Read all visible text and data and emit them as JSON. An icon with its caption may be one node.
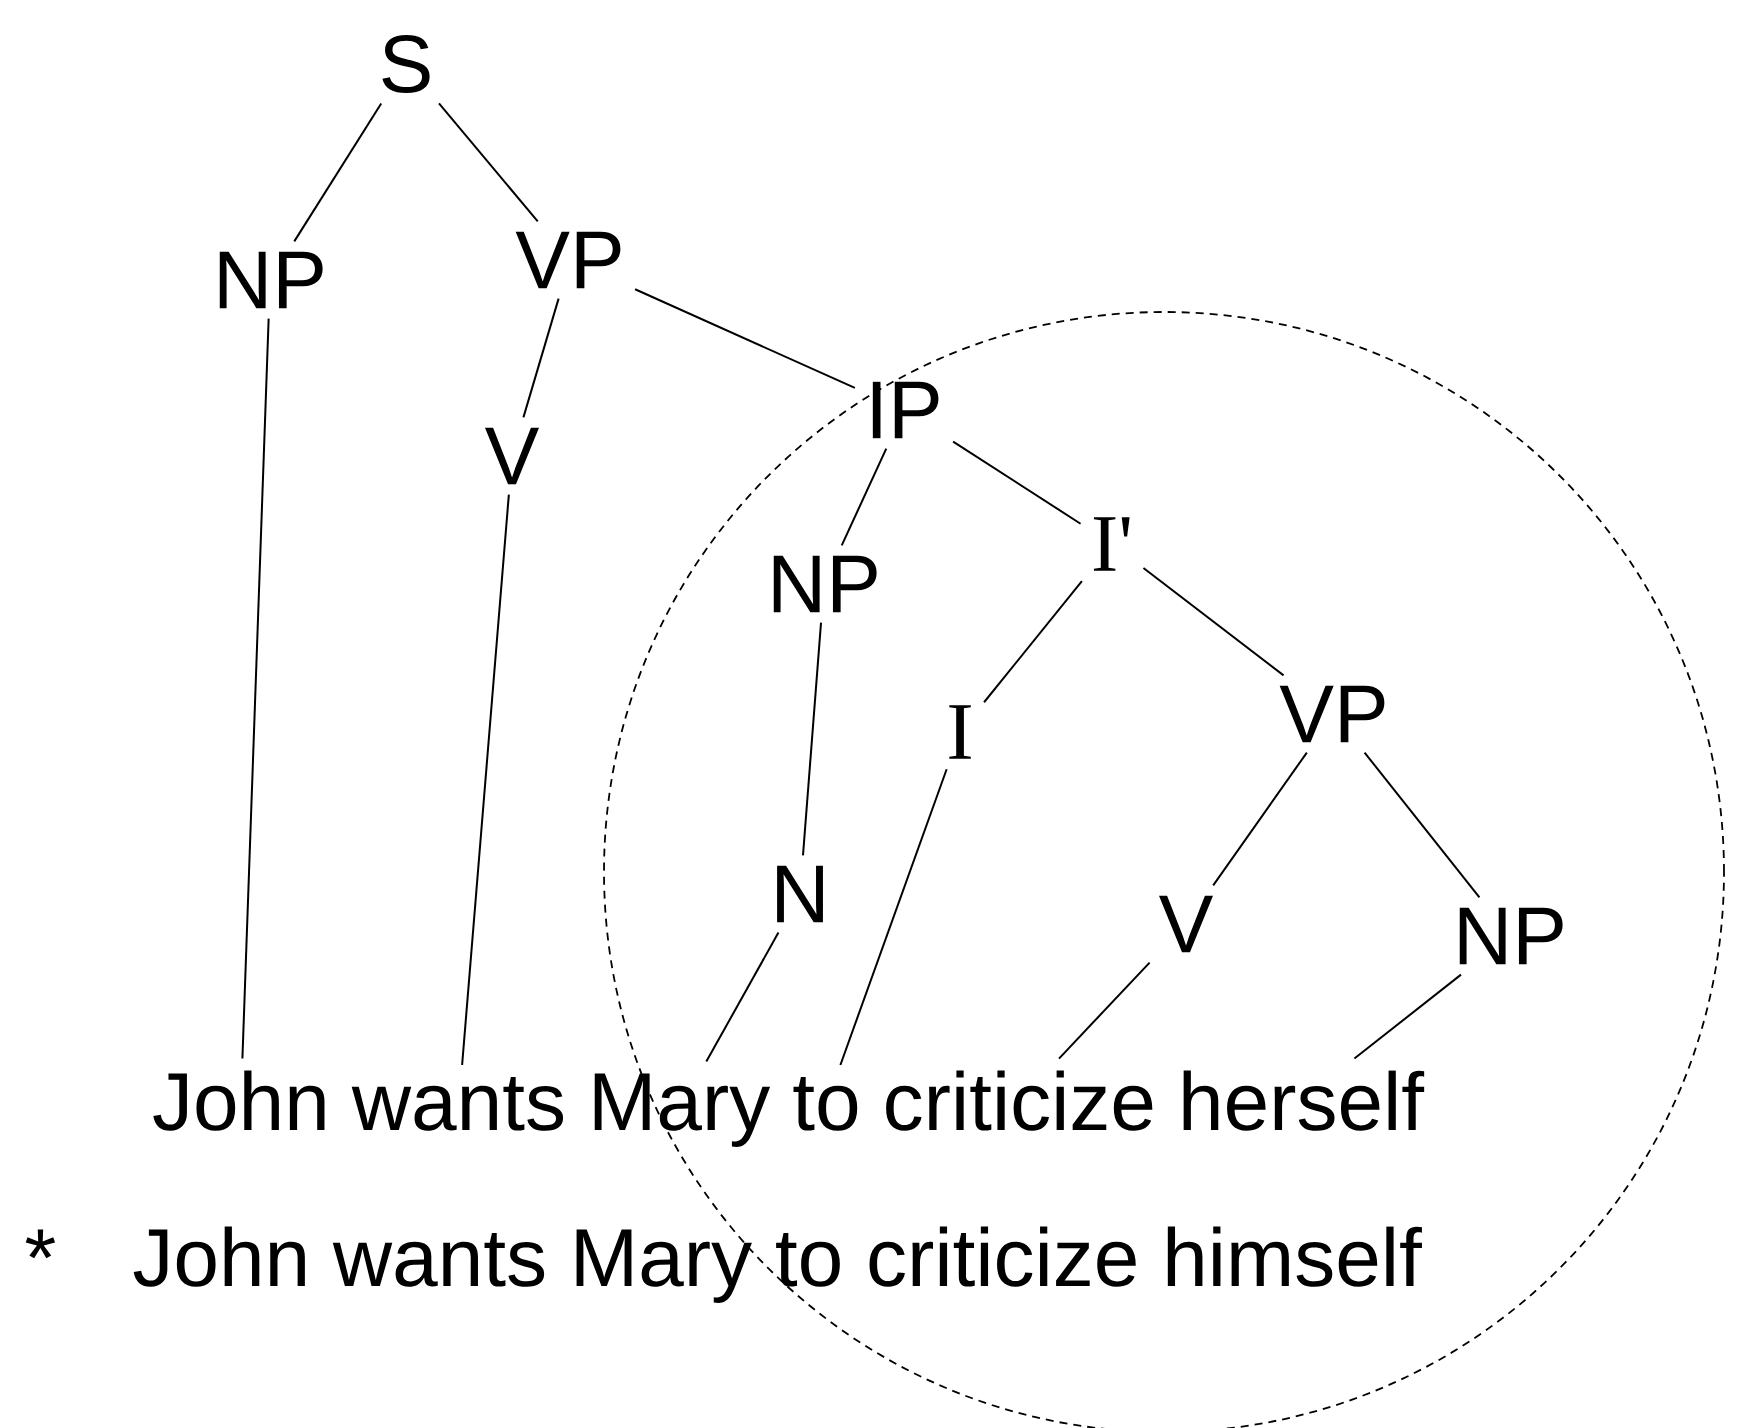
{
  "diagram": {
    "nodes": [
      {
        "text": [
          "S"
        ]
      },
      {
        "text": [
          "NP"
        ]
      },
      {
        "text": [
          "VP"
        ]
      },
      {
        "text": [
          "V"
        ]
      },
      {
        "text": [
          "IP"
        ]
      },
      {
        "text": [
          "NP"
        ]
      },
      {
        "text": [
          "I'"
        ]
      },
      {
        "text": [
          "N"
        ]
      },
      {
        "text": [
          "I"
        ]
      },
      {
        "text": [
          "VP"
        ]
      },
      {
        "text": [
          "V"
        ]
      },
      {
        "text": [
          "NP"
        ]
      },
      {
        "text": [
          "John"
        ]
      },
      {
        "text": [
          "wants"
        ]
      },
      {
        "text": [
          "Mary"
        ]
      },
      {
        "text": [
          "to"
        ]
      },
      {
        "text": [
          "criticize"
        ]
      },
      {
        "text": [
          "herself"
        ]
      }
    ],
    "edges": [
      {
        "from": 0,
        "to": 1,
        "arrow": "none"
      },
      {
        "from": 0,
        "to": 2,
        "arrow": "none"
      },
      {
        "from": 2,
        "to": 3,
        "arrow": "none"
      },
      {
        "from": 2,
        "to": 4,
        "arrow": "none"
      },
      {
        "from": 4,
        "to": 5,
        "arrow": "none"
      },
      {
        "from": 4,
        "to": 6,
        "arrow": "none"
      },
      {
        "from": 6,
        "to": 8,
        "arrow": "none"
      },
      {
        "from": 6,
        "to": 9,
        "arrow": "none"
      },
      {
        "from": 9,
        "to": 10,
        "arrow": "none"
      },
      {
        "from": 9,
        "to": 11,
        "arrow": "none"
      },
      {
        "from": 1,
        "to": 12,
        "arrow": "none"
      },
      {
        "from": 3,
        "to": 13,
        "arrow": "none"
      },
      {
        "from": 5,
        "to": 7,
        "arrow": "none"
      },
      {
        "from": 7,
        "to": 14,
        "arrow": "none"
      },
      {
        "from": 8,
        "to": 15,
        "arrow": "none"
      },
      {
        "from": 10,
        "to": 16,
        "arrow": "none"
      },
      {
        "from": 11,
        "to": 17,
        "arrow": "none"
      }
    ],
    "labels": [
      "*",
      "John wants Mary to criticize himself"
    ]
  }
}
